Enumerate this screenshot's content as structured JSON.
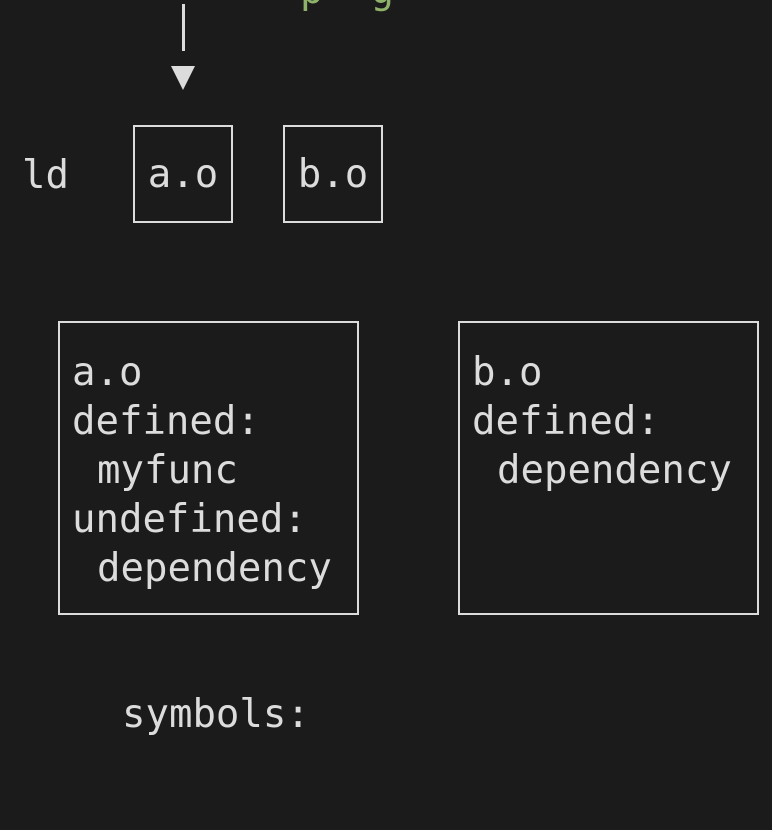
{
  "top_fragment": "p  g",
  "ld_label": "ld",
  "small_boxes": [
    "a.o",
    "b.o"
  ],
  "object_files": [
    {
      "name": "a.o",
      "defined_label": "defined:",
      "defined": [
        "myfunc"
      ],
      "undefined_label": "undefined:",
      "undefined": [
        "dependency"
      ]
    },
    {
      "name": "b.o",
      "defined_label": "defined:",
      "defined": [
        "dependency"
      ]
    }
  ],
  "symbols_label": "symbols:",
  "colors": {
    "background": "#1b1b1b",
    "foreground": "#dcdcdc",
    "accent_green": "#8fb26a"
  }
}
